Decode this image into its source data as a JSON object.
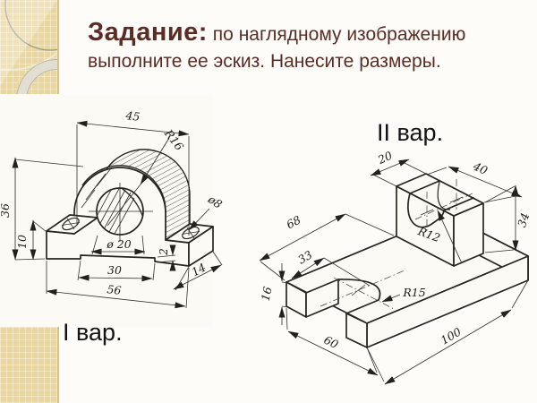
{
  "slide": {
    "background": "#fdfcf8",
    "accent_strip_color": "#e9d6a0",
    "title": {
      "lead": "Задание:",
      "rest": " по наглядному изображению",
      "line2": "выполните ее эскиз. Нанесите размеры.",
      "color": "#5b2c25"
    }
  },
  "variant1": {
    "label": "I вар.",
    "dims": {
      "width_top": "45",
      "radius_outer": "R16",
      "height_total": "36",
      "base_height": "10",
      "hole_flange": "ø8",
      "hole_center": "ø 20",
      "step": "2",
      "groove_width": "30",
      "base_width": "56",
      "base_depth": "14"
    }
  },
  "variant2": {
    "label": "II вар.",
    "dims": {
      "block_depth": "20",
      "block_width": "40",
      "block_height": "34",
      "offset_block": "68",
      "offset_slot": "33",
      "base_height": "16",
      "radius_notch": "R12",
      "radius_slot": "R15",
      "base_depth": "60",
      "base_length": "100"
    }
  }
}
